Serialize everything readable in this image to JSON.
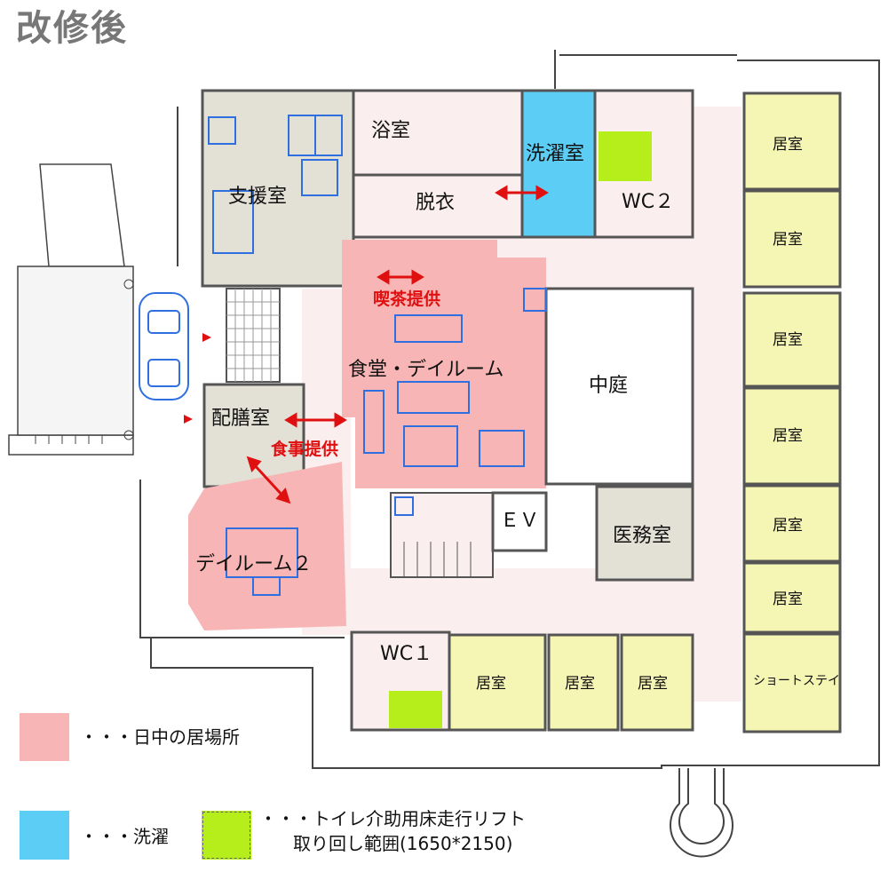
{
  "title": "改修後",
  "rooms": {
    "bath": "浴室",
    "laundry": "洗濯室",
    "changing": "脱衣",
    "wc2": "WC２",
    "support": "支援室",
    "cafe": "喫茶提供",
    "dining": "食堂・デイルーム",
    "courtyard": "中庭",
    "pantry": "配膳室",
    "meal": "食事提供",
    "dayroom2": "デイルーム２",
    "ev": "ＥＶ",
    "medical": "医務室",
    "wc1": "WC１",
    "resident_room": "居室",
    "short_stay": "ショートステイ"
  },
  "legend": {
    "daytime": "・・・日中の居場所",
    "laundry": "・・・洗濯",
    "lift_line1": "・・・トイレ介助用床走行リフト",
    "lift_line2": "取り回し範囲(1650*2150)"
  },
  "colors": {
    "daytime": "#f8b5b5",
    "laundry": "#5ccdf5",
    "lift": "#b6ee1c",
    "resident": "#f5f5b4",
    "staff": "#e3e1d6",
    "corridor": "#fbeeee",
    "furniture": "#2f6fe0",
    "wall": "#555555",
    "arrow": "#e01010"
  }
}
